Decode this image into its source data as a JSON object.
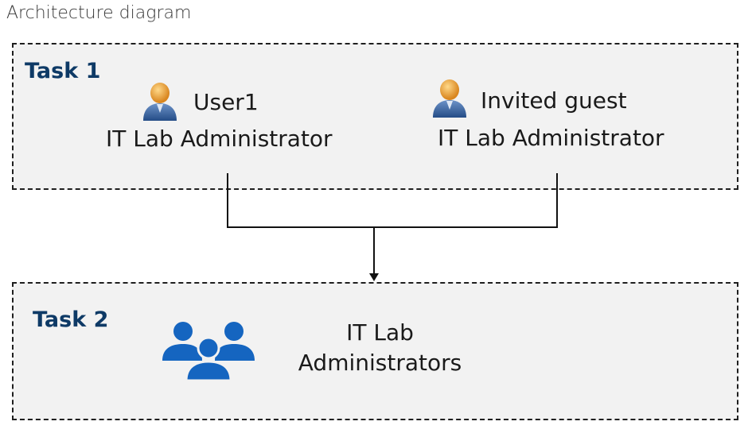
{
  "header": {
    "title": "Architecture diagram"
  },
  "task1": {
    "label": "Task 1",
    "users": [
      {
        "name": "User1",
        "role": "IT Lab Administrator",
        "icon": "user-icon"
      },
      {
        "name": "Invited guest",
        "role": "IT Lab Administrator",
        "icon": "user-icon"
      }
    ]
  },
  "task2": {
    "label": "Task 2",
    "group": {
      "line1": "IT Lab",
      "line2": "Administrators",
      "icon": "group-icon"
    }
  },
  "colors": {
    "task_label": "#0e3a66",
    "box_fill": "#f2f2f2",
    "box_border": "#1f1f1f",
    "group_icon": "#1565c0",
    "user_head": "#e8a33c",
    "user_body": "#2f5f9e"
  }
}
